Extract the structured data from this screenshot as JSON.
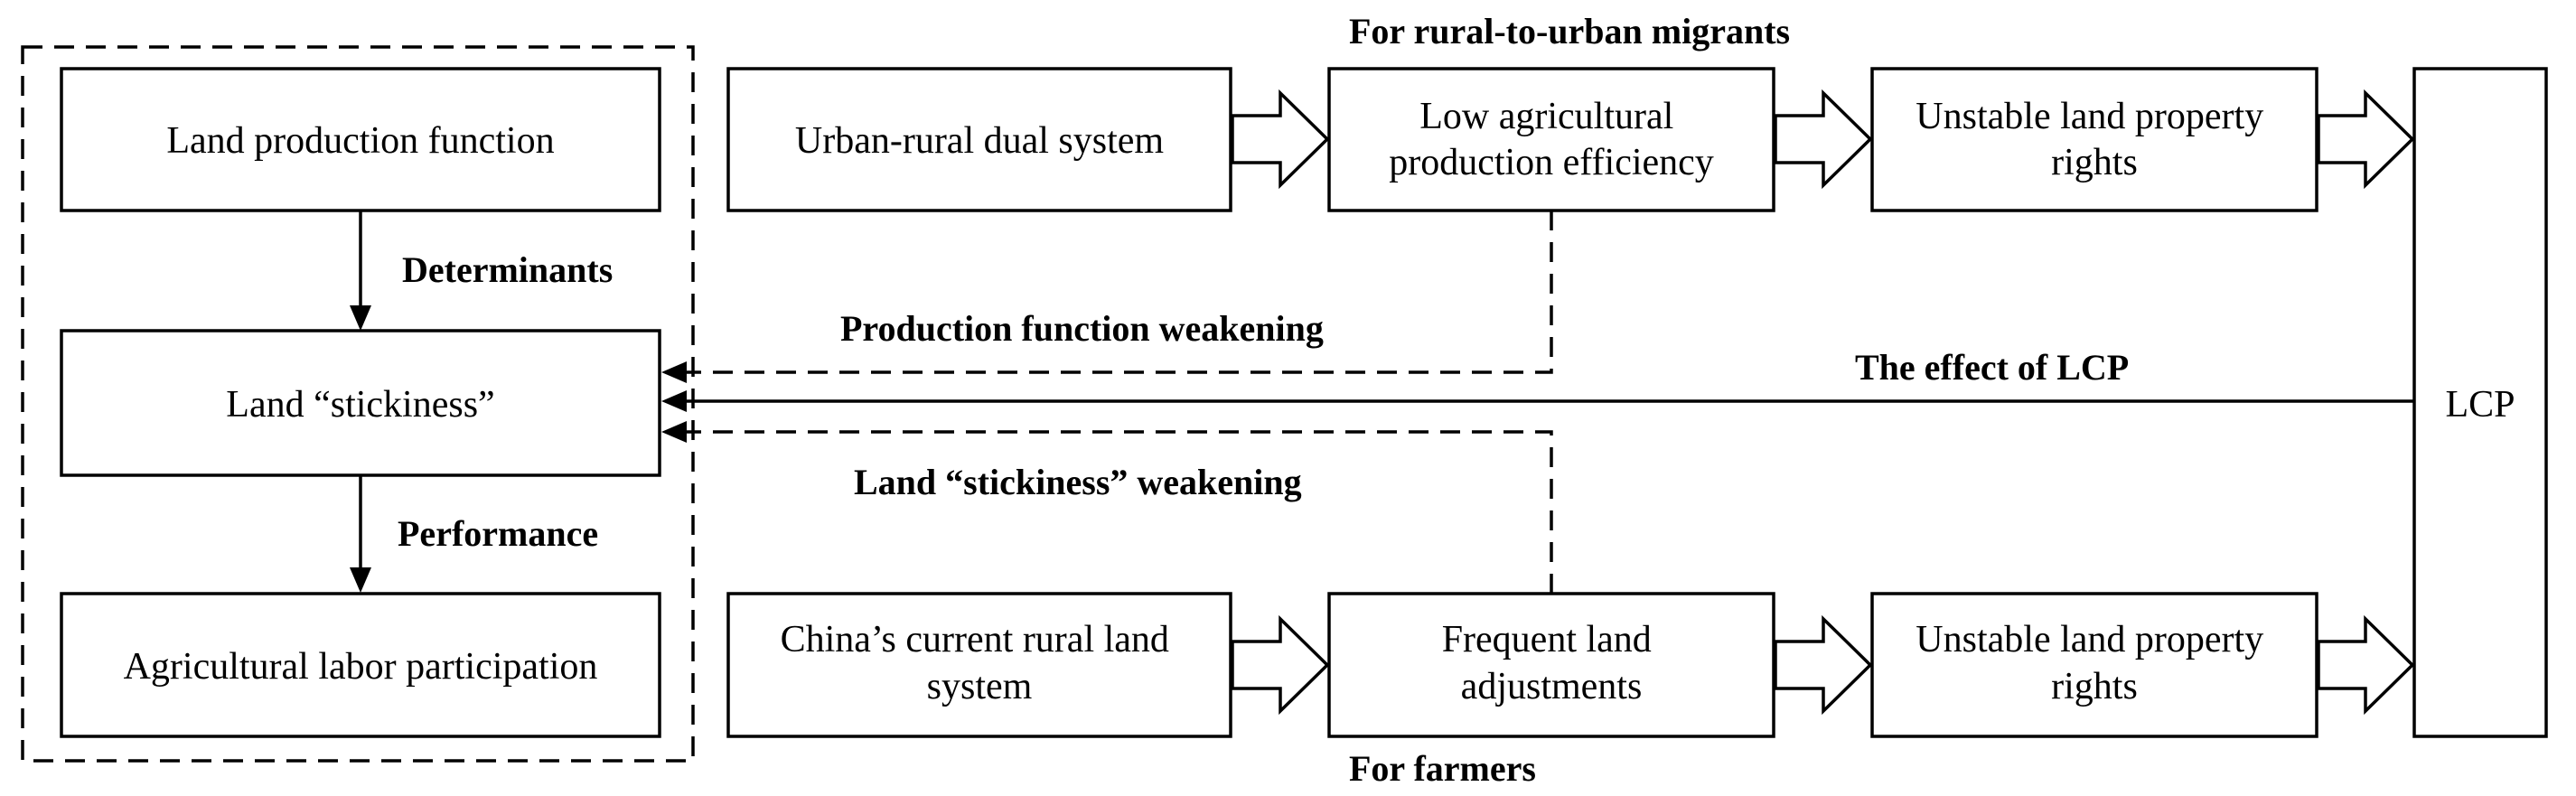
{
  "diagram": {
    "boxes": {
      "land_production_function": [
        "Land production function"
      ],
      "land_stickiness": [
        "Land “stickiness”"
      ],
      "agricultural_labor_participation": [
        "Agricultural labor participation"
      ],
      "urban_rural_dual_system": [
        "Urban-rural dual system"
      ],
      "low_agricultural_efficiency": [
        "Low agricultural",
        "production efficiency"
      ],
      "unstable_rights_top": [
        "Unstable land property",
        "rights"
      ],
      "china_rural_land_system": [
        "China’s  current rural land",
        "system"
      ],
      "frequent_land_adjustments": [
        "Frequent land",
        "adjustments"
      ],
      "unstable_rights_bottom": [
        "Unstable land property",
        "rights"
      ],
      "lcp": [
        "LCP"
      ]
    },
    "labels": {
      "for_migrants": "For rural-to-urban migrants",
      "for_farmers": "For farmers",
      "determinants": "Determinants",
      "performance": "Performance",
      "production_weakening": "Production function weakening",
      "effect_of_lcp": "The effect of LCP",
      "stickiness_weakening": "Land “stickiness” weakening"
    }
  },
  "colors": {
    "stroke": "#000000",
    "background": "#ffffff"
  }
}
